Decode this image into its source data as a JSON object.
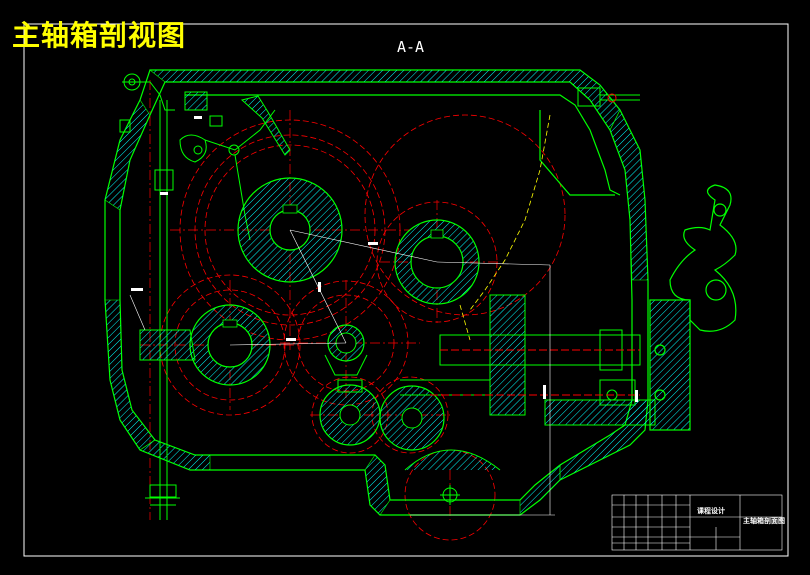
{
  "title": "主轴箱剖视图",
  "section_label": "A-A",
  "title_block": {
    "design_label": "课程设计",
    "drawing_name": "主轴箱剖面图"
  },
  "colors": {
    "background": "#000000",
    "title": "#ffff00",
    "outline": "#00ff00",
    "centerline": "#ff0000",
    "hatch": "#00ffff",
    "dimension": "#ffffff",
    "shaft": "#00ff00",
    "gear_fill": "#00ffff"
  }
}
